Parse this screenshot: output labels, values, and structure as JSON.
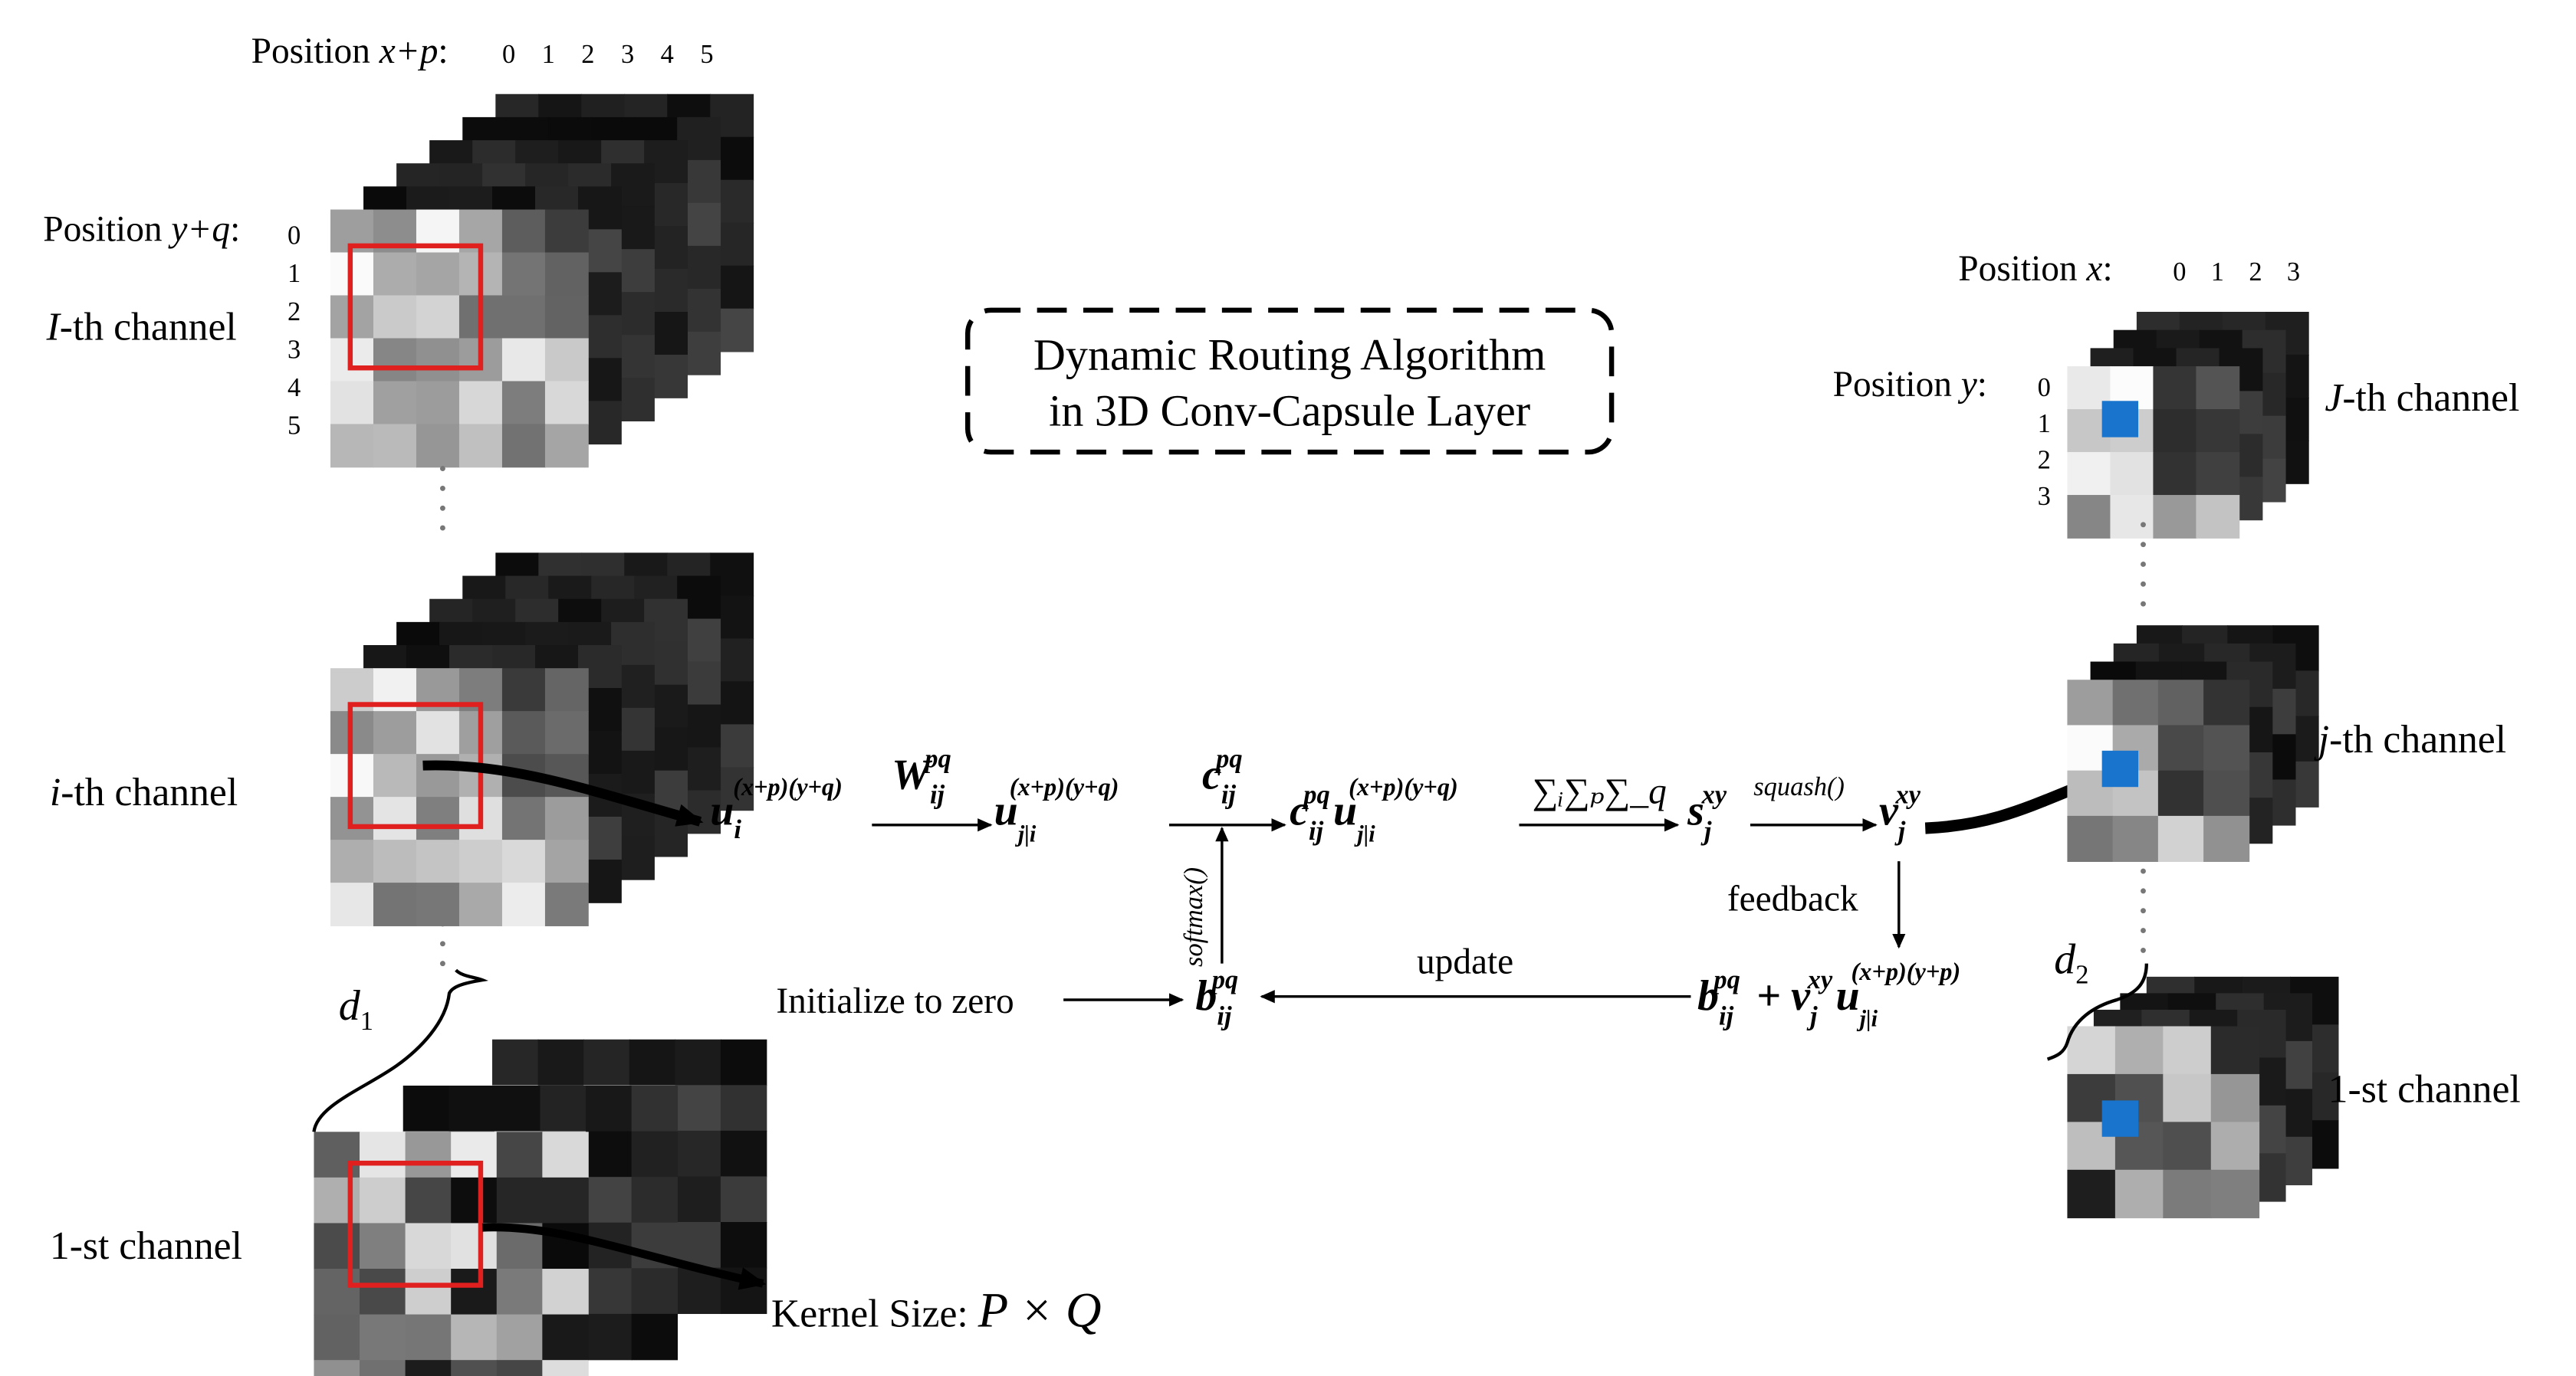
{
  "title": {
    "line1": "Dynamic Routing Algorithm",
    "line2": "in 3D Conv-Capsule Layer"
  },
  "input_side": {
    "pos_x_label_prefix": "Position ",
    "pos_x_label_var": "x+p",
    "pos_x_label_suffix": ":",
    "pos_x_ticks": [
      "0",
      "1",
      "2",
      "3",
      "4",
      "5"
    ],
    "pos_y_label_prefix": "Position ",
    "pos_y_label_var": "y+q",
    "pos_y_label_suffix": ":",
    "pos_y_ticks": [
      "0",
      "1",
      "2",
      "3",
      "4",
      "5"
    ],
    "channels": [
      {
        "var": "I",
        "suffix": "-th channel"
      },
      {
        "var": "i",
        "suffix": "-th channel"
      },
      {
        "var": "",
        "suffix": "1-st channel"
      }
    ],
    "depth_label_var": "d",
    "depth_label_sub": "1",
    "kernel_label_prefix": "Kernel Size: ",
    "kernel_label_math": "P × Q"
  },
  "output_side": {
    "pos_x_label_prefix": "Position ",
    "pos_x_label_var": "x",
    "pos_x_label_suffix": ":",
    "pos_x_ticks": [
      "0",
      "1",
      "2",
      "3"
    ],
    "pos_y_label_prefix": "Position ",
    "pos_y_label_var": "y",
    "pos_y_label_suffix": ":",
    "pos_y_ticks": [
      "0",
      "1",
      "2",
      "3"
    ],
    "channels": [
      {
        "var": "J",
        "suffix": "-th channel"
      },
      {
        "var": "j",
        "suffix": "-th channel"
      },
      {
        "var": "",
        "suffix": "1-st channel"
      }
    ],
    "depth_label_var": "d",
    "depth_label_sub": "2"
  },
  "flow": {
    "u_input": {
      "base": "u",
      "sub": "i",
      "sup": "(x+p)(y+q)"
    },
    "w_label": {
      "base": "W",
      "sub": "ij",
      "sup": "pq"
    },
    "u_pred": {
      "base": "u",
      "sub": "j|i",
      "sup": "(x+p)(y+q)"
    },
    "c_label": {
      "base": "c",
      "sub": "ij",
      "sup": "pq"
    },
    "c_times_u": {
      "c_base": "c",
      "c_sub": "ij",
      "c_sup": "pq",
      "u_base": "u",
      "u_sub": "j|i",
      "u_sup": "(x+p)(y+q)"
    },
    "sum_label": "∑ᵢ∑ₚ∑_q",
    "s_label": {
      "base": "s",
      "sub": "j",
      "sup": "xy"
    },
    "squash_label": "squash()",
    "v_label": {
      "base": "v",
      "sub": "j",
      "sup": "xy"
    },
    "feedback_label": "feedback",
    "update_label": "update",
    "softmax_label": "softmax()",
    "init_label": "Initialize to zero",
    "b_label": {
      "base": "b",
      "sub": "ij",
      "sup": "pq"
    },
    "b_update": {
      "b_base": "b",
      "b_sub": "ij",
      "b_sup": "pq",
      "plus": "+",
      "v_base": "v",
      "v_sub": "j",
      "v_sup": "xy",
      "u_base": "u",
      "u_sub": "j|i",
      "u_sup": "(x+p)(y+p)"
    }
  },
  "colors": {
    "kernel_box": "#e01f1f",
    "output_cell": "#1874cd",
    "line": "#000000"
  }
}
